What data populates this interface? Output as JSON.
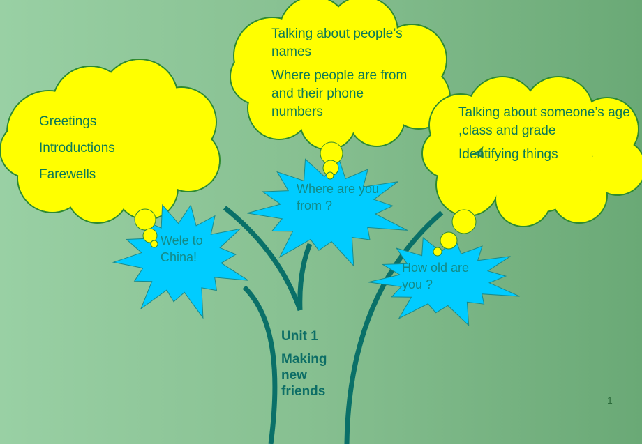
{
  "clouds": {
    "left": [
      "Greetings",
      "Introductions",
      "Farewells"
    ],
    "middle": [
      "Talking about people’s names",
      "Where people are from and their phone numbers"
    ],
    "right": [
      "Talking about someone’s age ,class and  grade",
      "Identifying things"
    ]
  },
  "bubbles": {
    "left": "Wele to China!",
    "middle": "Where are you from ?",
    "right": "How old are you ?"
  },
  "title": {
    "line1": "Unit 1",
    "line2": "Making new friends"
  },
  "page_number": "1",
  "colors": {
    "cloud": "#ffff00",
    "star": "#00ccff",
    "trunk": "#0a7068",
    "text": "#0c7a56"
  }
}
